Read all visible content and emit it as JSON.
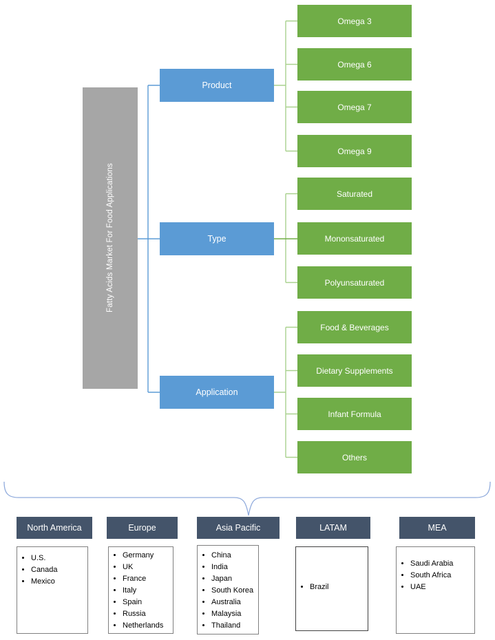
{
  "diagram": {
    "root": {
      "label": "Fatty Acids Market For Food Applications"
    },
    "branches": [
      {
        "label": "Product",
        "children": [
          "Omega 3",
          "Omega 6",
          "Omega 7",
          "Omega 9"
        ]
      },
      {
        "label": "Type",
        "children": [
          "Saturated",
          "Mononsaturated",
          "Polyunsaturated"
        ]
      },
      {
        "label": "Application",
        "children": [
          "Food & Beverages",
          "Dietary Supplements",
          "Infant Formula",
          "Others"
        ]
      }
    ],
    "regions": [
      {
        "label": "North America",
        "countries": [
          "U.S.",
          "Canada",
          "Mexico"
        ]
      },
      {
        "label": "Europe",
        "countries": [
          "Germany",
          "UK",
          "France",
          "Italy",
          "Spain",
          "Russia",
          "Netherlands"
        ]
      },
      {
        "label": "Asia Pacific",
        "countries": [
          "China",
          "India",
          "Japan",
          "South Korea",
          "Australia",
          "Malaysia",
          "Thailand"
        ]
      },
      {
        "label": "LATAM",
        "countries": [
          "Brazil"
        ]
      },
      {
        "label": "MEA",
        "countries": [
          "Saudi Arabia",
          "South Africa",
          "UAE"
        ]
      }
    ],
    "colors": {
      "root_fill": "#A6A6A6",
      "branch_fill": "#5B9BD5",
      "leaf_fill": "#70AD47",
      "region_header_fill": "#44546A",
      "connector_blue": "#5B9BD5",
      "connector_green": "#A9D18E",
      "brace_blue": "#8FAADC"
    }
  }
}
